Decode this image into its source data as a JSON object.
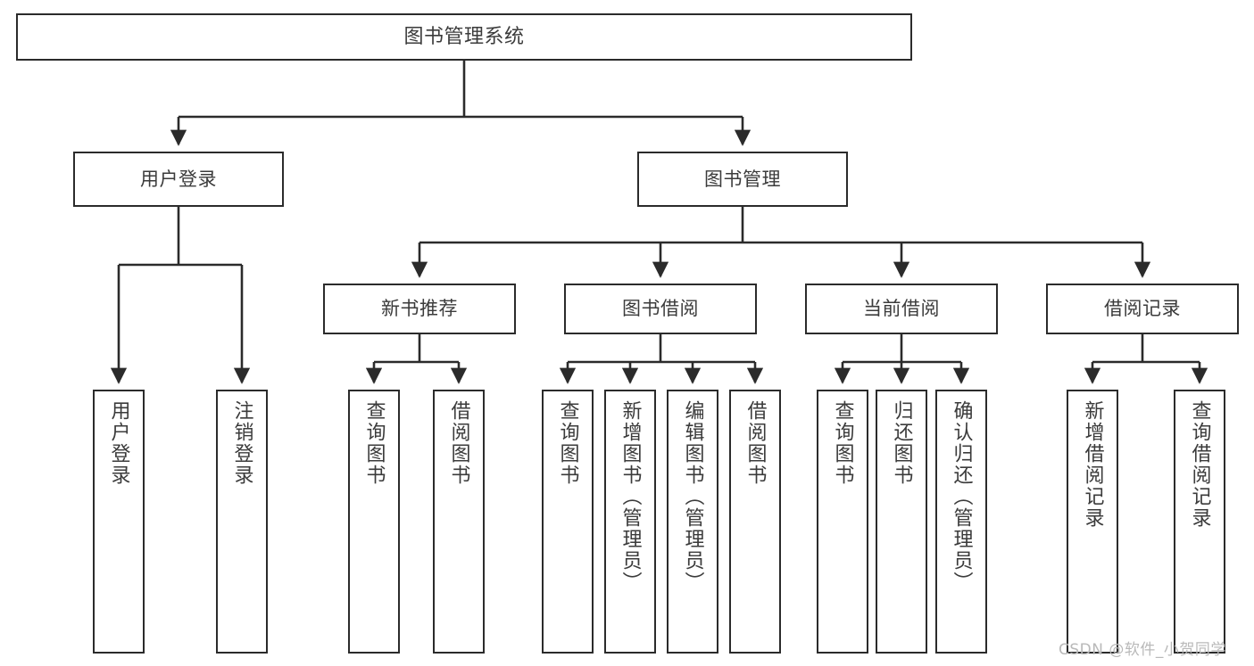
{
  "diagram": {
    "title": "图书管理系统",
    "type": "tree",
    "watermark": "CSDN @软件_小贺同学",
    "colors": {
      "box_border": "#2b2b2b",
      "box_fill": "#ffffff",
      "text": "#3b3b3b",
      "connector": "#2b2b2b",
      "watermark": "#b9b9b9",
      "background": "#ffffff"
    },
    "root": {
      "label": "图书管理系统"
    },
    "level2": [
      {
        "label": "用户登录"
      },
      {
        "label": "图书管理"
      }
    ],
    "level3": [
      {
        "label": "新书推荐"
      },
      {
        "label": "图书借阅"
      },
      {
        "label": "当前借阅"
      },
      {
        "label": "借阅记录"
      }
    ],
    "leaves": {
      "user_login": [
        {
          "label": "用户登录"
        },
        {
          "label": "注销登录"
        }
      ],
      "new_book_recommend": [
        {
          "label": "查询图书"
        },
        {
          "label": "借阅图书"
        }
      ],
      "book_borrow": [
        {
          "label": "查询图书"
        },
        {
          "label": "新增图书（管理员）"
        },
        {
          "label": "编辑图书（管理员）"
        },
        {
          "label": "借阅图书"
        }
      ],
      "current_borrow": [
        {
          "label": "查询图书"
        },
        {
          "label": "归还图书"
        },
        {
          "label": "确认归还（管理员）"
        }
      ],
      "borrow_record": [
        {
          "label": "新增借阅记录"
        },
        {
          "label": "查询借阅记录"
        }
      ]
    }
  }
}
